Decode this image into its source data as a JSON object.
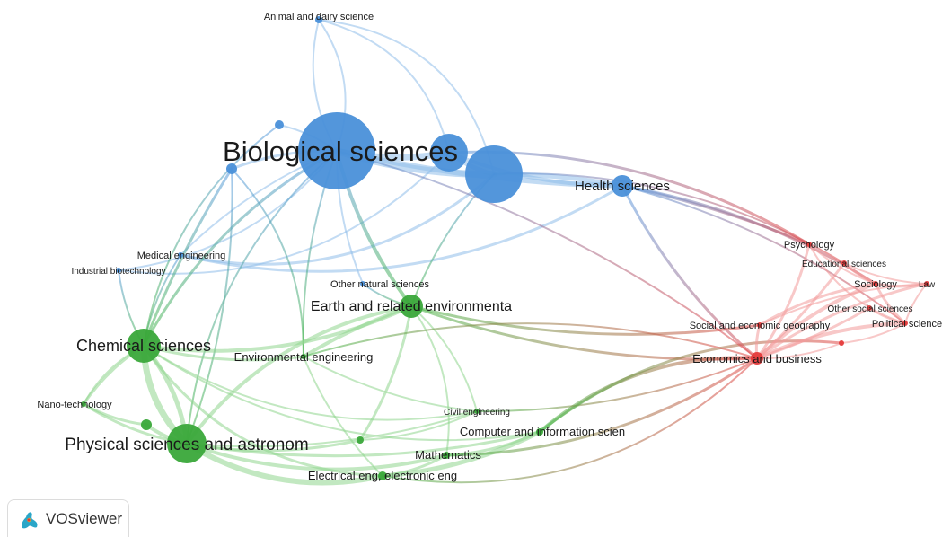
{
  "brand": {
    "name": "VOSviewer",
    "icon": "vosviewer-logo-icon"
  },
  "clusters": {
    "blue": "#4a90d9",
    "green": "#3aa83a",
    "red": "#e53b3b"
  },
  "nodes": {
    "animal": {
      "label": "Animal and dairy science",
      "cluster": "blue"
    },
    "bio": {
      "label": "Biological sciences",
      "cluster": "blue"
    },
    "bio2": {
      "label": "",
      "cluster": "blue"
    },
    "bio3": {
      "label": "",
      "cluster": "blue"
    },
    "health": {
      "label": "Health sciences",
      "cluster": "blue"
    },
    "b_small1": {
      "label": "",
      "cluster": "blue"
    },
    "b_small2": {
      "label": "",
      "cluster": "blue"
    },
    "medeng": {
      "label": "Medical engineering",
      "cluster": "blue"
    },
    "indbio": {
      "label": "Industrial biotechnology",
      "cluster": "blue"
    },
    "othernat": {
      "label": "Other natural sciences",
      "cluster": "blue"
    },
    "earth": {
      "label": "Earth and related environmenta",
      "cluster": "green"
    },
    "chem": {
      "label": "Chemical sciences",
      "cluster": "green"
    },
    "enveng": {
      "label": "Environmental engineering",
      "cluster": "green"
    },
    "nano": {
      "label": "Nano-technology",
      "cluster": "green"
    },
    "phys": {
      "label": "Physical sciences and astronom",
      "cluster": "green"
    },
    "g_small": {
      "label": "",
      "cluster": "green"
    },
    "civil": {
      "label": "Civil engineering",
      "cluster": "green"
    },
    "comp": {
      "label": "Computer and information scien",
      "cluster": "green"
    },
    "math": {
      "label": "Mathematics",
      "cluster": "green"
    },
    "elec": {
      "label": "Electrical eng, electronic eng",
      "cluster": "green"
    },
    "g_mid": {
      "label": "",
      "cluster": "green"
    },
    "psych": {
      "label": "Psychology",
      "cluster": "red"
    },
    "edu": {
      "label": "Educational sciences",
      "cluster": "red"
    },
    "socio": {
      "label": "Sociology",
      "cluster": "red"
    },
    "law": {
      "label": "Law",
      "cluster": "red"
    },
    "othersoc": {
      "label": "Other social sciences",
      "cluster": "red"
    },
    "polit": {
      "label": "Political science",
      "cluster": "red"
    },
    "socgeo": {
      "label": "Social and economic geography",
      "cluster": "red"
    },
    "econ": {
      "label": "Economics and business",
      "cluster": "red"
    },
    "r_small": {
      "label": "",
      "cluster": "red"
    }
  }
}
